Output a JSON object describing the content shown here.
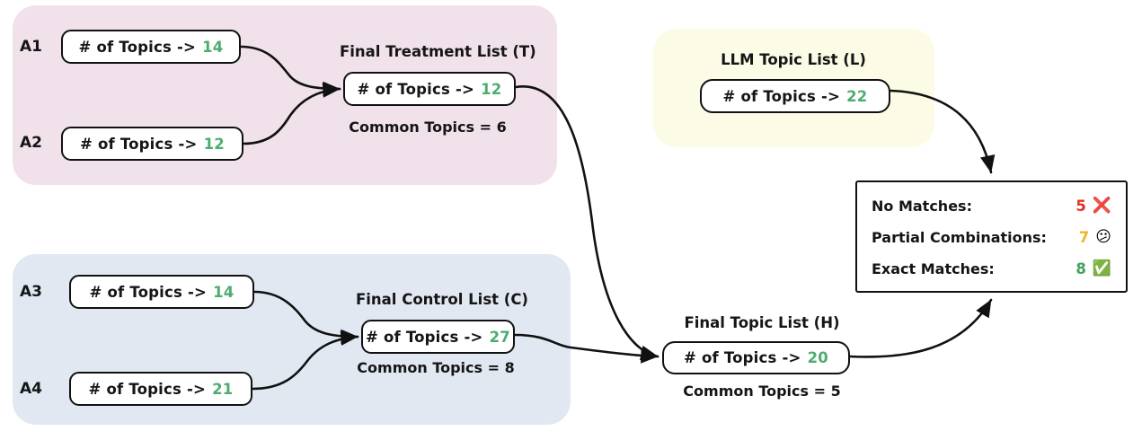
{
  "diagram": {
    "title_absent": true,
    "colors": {
      "treatment_panel": "#f0e1ea",
      "control_panel": "#e1e8f2",
      "llm_panel": "#fbfbe6",
      "count_green": "#4eac70",
      "no_match_red": "#e03020",
      "partial_amber": "#f0b429",
      "exact_green": "#3fa35f",
      "stroke": "#111111"
    }
  },
  "treatment_group": {
    "sources": [
      {
        "label": "A1",
        "box_text": "# of Topics ->",
        "count": "14"
      },
      {
        "label": "A2",
        "box_text": "# of Topics ->",
        "count": "12"
      }
    ],
    "result": {
      "caption": "Final Treatment List (T)",
      "box_text": "# of Topics ->",
      "count": "12",
      "common": "Common Topics = 6"
    }
  },
  "control_group": {
    "sources": [
      {
        "label": "A3",
        "box_text": "# of Topics ->",
        "count": "14"
      },
      {
        "label": "A4",
        "box_text": "# of Topics ->",
        "count": "21"
      }
    ],
    "result": {
      "caption": "Final Control List (C)",
      "box_text": "# of Topics ->",
      "count": "27",
      "common": "Common Topics = 8"
    }
  },
  "llm_group": {
    "caption": "LLM Topic List (L)",
    "box_text": "# of Topics ->",
    "count": "22"
  },
  "final_topic_list": {
    "caption": "Final Topic List (H)",
    "box_text": "# of Topics ->",
    "count": "20",
    "common": "Common Topics = 5"
  },
  "results": {
    "rows": [
      {
        "label": "No Matches:",
        "value": "5",
        "icon": "❌",
        "icon_name": "cross-mark-icon",
        "tone": "v-red"
      },
      {
        "label": "Partial Combinations:",
        "value": "7",
        "icon": "😕",
        "icon_name": "confused-face-icon",
        "tone": "v-amber"
      },
      {
        "label": "Exact Matches:",
        "value": "8",
        "icon": "✅",
        "icon_name": "check-mark-icon",
        "tone": "v-green"
      }
    ]
  }
}
